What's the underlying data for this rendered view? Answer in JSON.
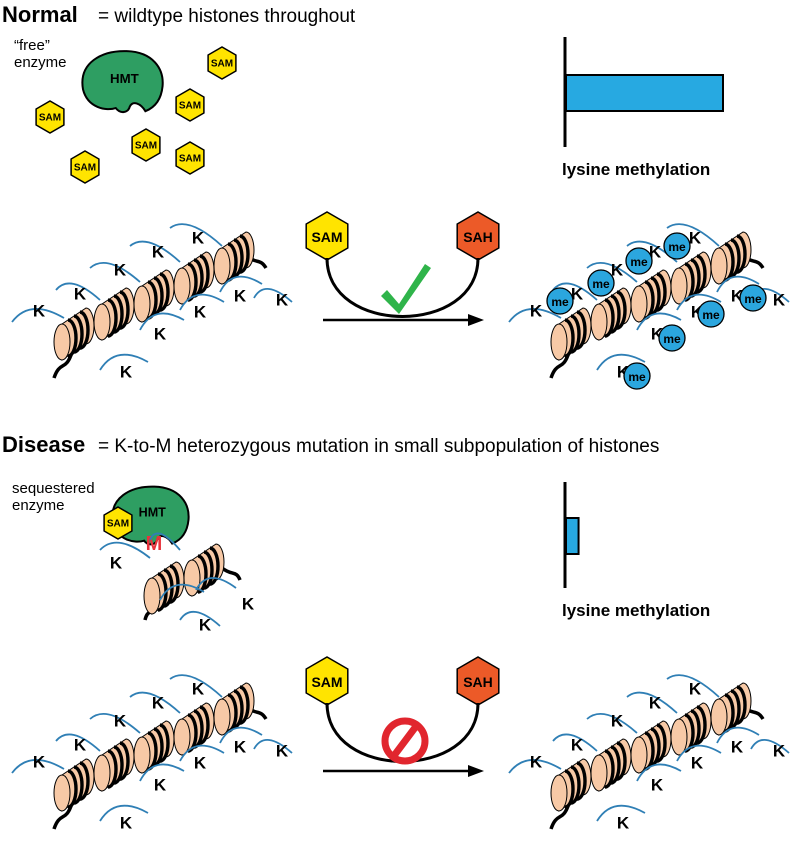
{
  "normal": {
    "title": "Normal",
    "subtitle": "= wildtype histones throughout",
    "enzyme_state": "“free”\nenzyme",
    "enzyme_label": "HMT",
    "cofactor_label": "SAM",
    "product_label": "SAH",
    "residue_label": "K",
    "mark_label": "me",
    "bar_label": "lysine methylation",
    "methylation_level": 1.0,
    "reaction_icon": "check-icon"
  },
  "disease": {
    "title": "Disease",
    "subtitle": "= K-to-M heterozygous mutation in small subpopulation of histones",
    "enzyme_state": "sequestered\nenzyme",
    "enzyme_label": "HMT",
    "cofactor_label": "SAM",
    "product_label": "SAH",
    "residue_label": "K",
    "mutant_label": "M",
    "bar_label": "lysine methylation",
    "methylation_level": 0.08,
    "reaction_icon": "prohibited-icon"
  },
  "colors": {
    "enzyme": "#2e9e62",
    "sam": "#ffe400",
    "sah": "#ec5a28",
    "bar": "#27a9e1",
    "methyl": "#2ba6de",
    "histone": "#f7c9a6",
    "dna": "#2f7fb5",
    "check": "#2fb44a",
    "prohibit": "#e1262e",
    "mutant": "#e8323c"
  }
}
